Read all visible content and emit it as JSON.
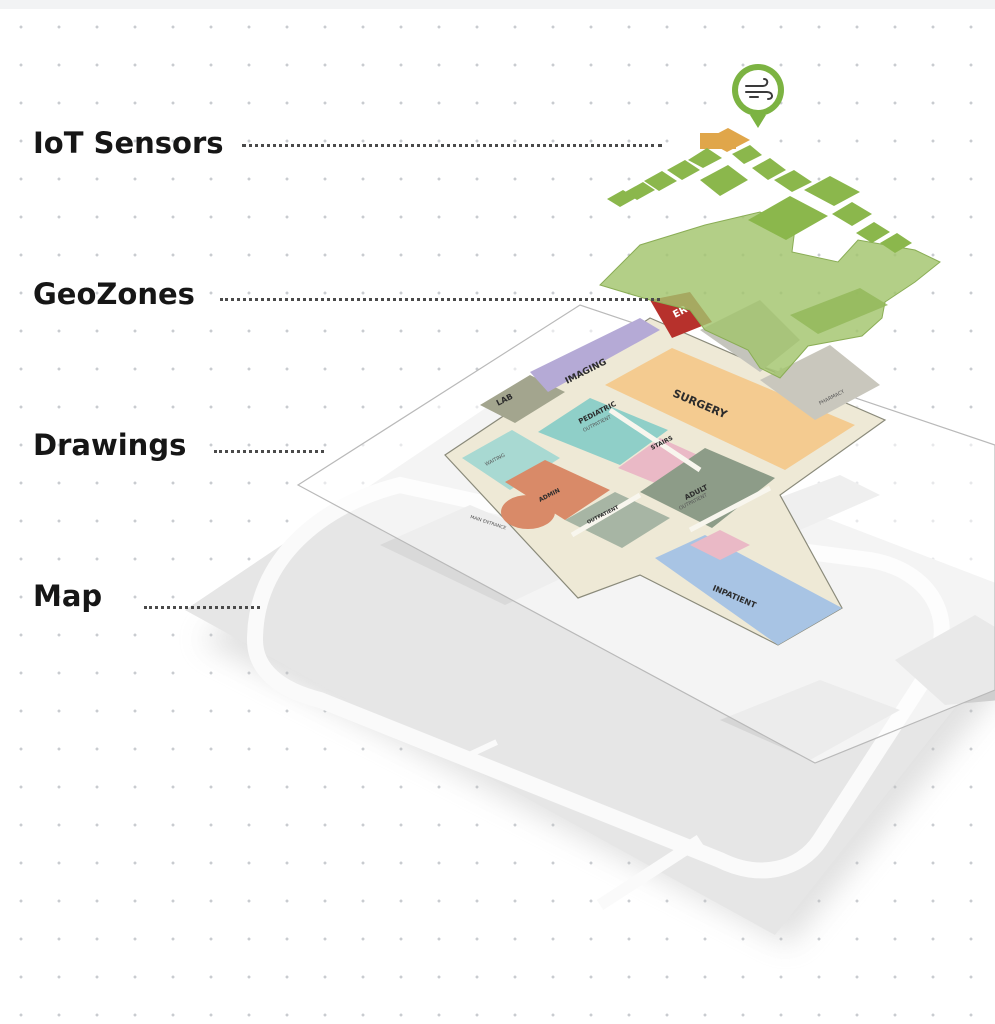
{
  "layers": [
    {
      "key": "iot",
      "label": "IoT Sensors"
    },
    {
      "key": "geozones",
      "label": "GeoZones"
    },
    {
      "key": "drawings",
      "label": "Drawings"
    },
    {
      "key": "map",
      "label": "Map"
    }
  ],
  "rooms": {
    "er": "ER",
    "imaging": "IMAGING",
    "lab": "LAB",
    "surgery": "SURGERY",
    "pediatric": "PEDIATRIC",
    "pediatric_sub": "OUTPATIENT",
    "stairs": "STAIRS",
    "adult": "ADULT",
    "adult_sub": "OUTPATIENT",
    "admin": "ADMIN",
    "outpatient": "OUTPATIENT",
    "inpatient": "INPATIENT",
    "pharmacy": "PHARMACY",
    "waiting": "WAITING",
    "entrance": "MAIN ENTRANCE"
  },
  "sensor_pin": {
    "icon": "air-flow-icon",
    "color": "#7cb342"
  },
  "colors": {
    "geozone": "#a2c46c",
    "sensor": "#8bb74c",
    "sensor_alert": "#e0a64a",
    "er": "#b7312c",
    "surgery": "#f4cb90",
    "teal": "#8fcfc8",
    "purple": "#b5aad6",
    "adult": "#8d9c88",
    "admin": "#d98a68",
    "inpatient": "#a8c4e4",
    "pink": "#eab9c6"
  }
}
